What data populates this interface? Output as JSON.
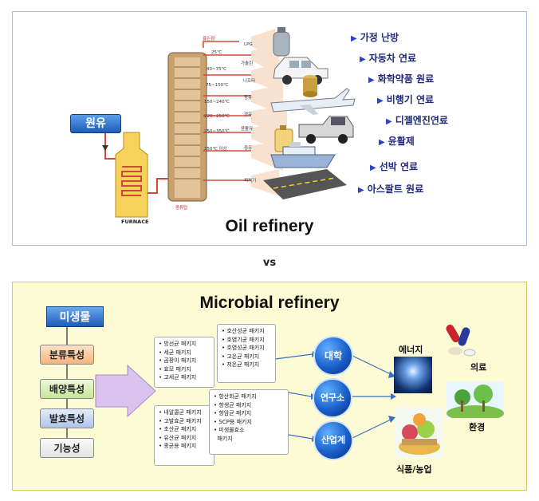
{
  "top": {
    "crude_label": "원유",
    "furnace_label": "FURNACE",
    "tower_bottom_label": "증류탑",
    "title": "Oil refinery",
    "fractions": [
      {
        "temp": "끓는점",
        "product": "LPG"
      },
      {
        "temp": "25℃",
        "product": "가솔린"
      },
      {
        "temp": "40~75℃",
        "product": "나프타"
      },
      {
        "temp": "75~150℃",
        "product": "등유"
      },
      {
        "temp": "150~240℃",
        "product": "경유"
      },
      {
        "temp": "220~250℃",
        "product": "윤활유"
      },
      {
        "temp": "250~350℃",
        "product": "중유"
      },
      {
        "temp": "350℃ 이상",
        "product": "찌꺼기"
      }
    ],
    "uses": [
      "가정 난방",
      "자동차 연료",
      "화학약품 원료",
      "비행기 연료",
      "디젤엔진연료",
      "윤활제",
      "선박 연료",
      "아스팔트 원료"
    ]
  },
  "vs": "vs",
  "bottom": {
    "title": "Microbial refinery",
    "microbe_label": "미생물",
    "traits": [
      "분류특성",
      "배양특성",
      "발효특성",
      "기능성"
    ],
    "packages": {
      "box1": [
        "방선균 패키지",
        "세균 패키지",
        "곰팡이 패키지",
        "효모 패키지",
        "고세균 패키지"
      ],
      "box2": [
        "호산성균 패키지",
        "호염기균 패키지",
        "호염성균 패키지",
        "고온균 패키지",
        "저온균 패키지"
      ],
      "box3": [
        "내알콜균 패키지",
        "고발효균 패키지",
        "초산균 패키지",
        "유산균 패키지",
        "종균용 패키지"
      ],
      "box4": [
        "항산화균 패키지",
        "항생균 패키지",
        "항암균 패키지",
        "SCP용 패키지",
        "미생물효소",
        "패키지"
      ]
    },
    "institutions": [
      "대학",
      "연구소",
      "산업계"
    ],
    "outputs": {
      "energy": "에너지",
      "medical": "의료",
      "environment": "환경",
      "food": "식품/농업"
    }
  }
}
